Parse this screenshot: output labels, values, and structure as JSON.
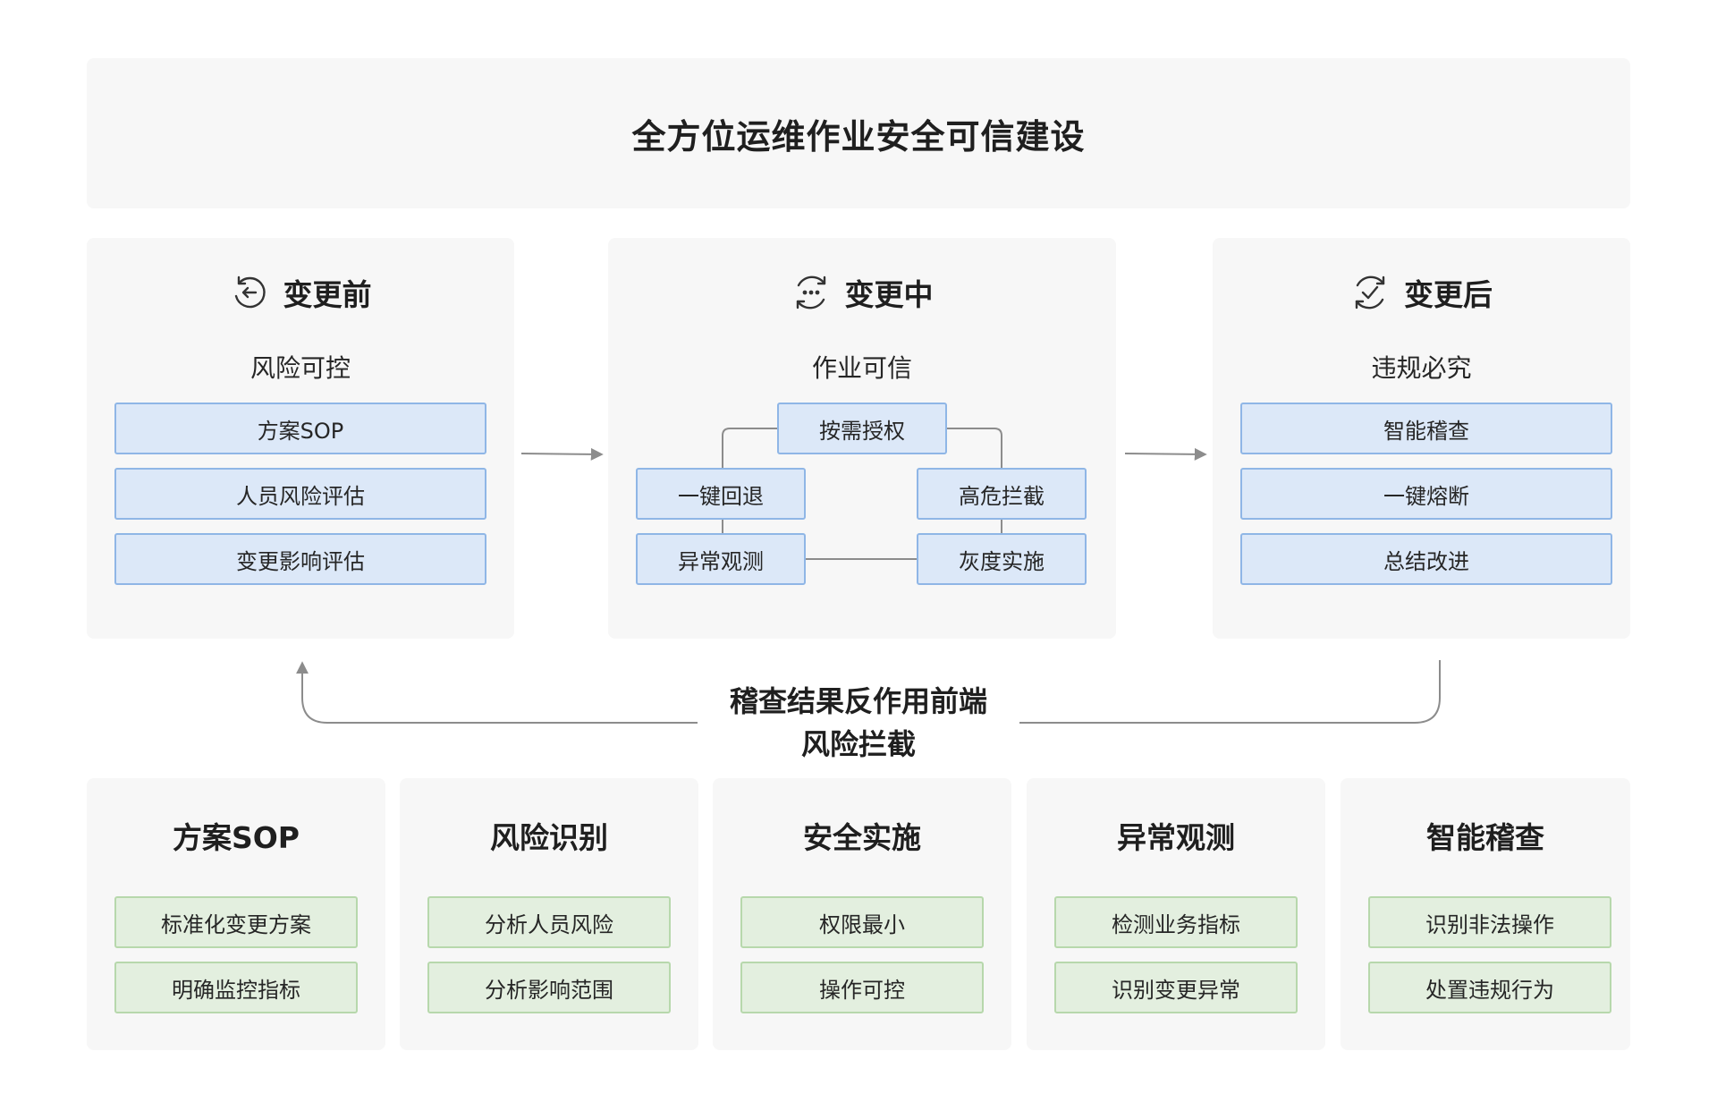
{
  "title": "全方位运维作业安全可信建设",
  "stages": [
    {
      "icon": "rotate-left-arrow-icon",
      "title": "变更前",
      "subtitle": "风险可控",
      "items": [
        "方案SOP",
        "人员风险评估",
        "变更影响评估"
      ]
    },
    {
      "icon": "ellipsis-cycle-icon",
      "title": "变更中",
      "subtitle": "作业可信",
      "items": [
        "按需授权",
        "一键回退",
        "高危拦截",
        "异常观测",
        "灰度实施"
      ]
    },
    {
      "icon": "check-cycle-icon",
      "title": "变更后",
      "subtitle": "违规必究",
      "items": [
        "智能稽查",
        "一键熔断",
        "总结改进"
      ]
    }
  ],
  "feedback": {
    "line1": "稽查结果反作用前端",
    "line2": "风险拦截"
  },
  "capabilities": [
    {
      "title": "方案SOP",
      "items": [
        "标准化变更方案",
        "明确监控指标"
      ]
    },
    {
      "title": "风险识别",
      "items": [
        "分析人员风险",
        "分析影响范围"
      ]
    },
    {
      "title": "安全实施",
      "items": [
        "权限最小",
        "操作可控"
      ]
    },
    {
      "title": "异常观测",
      "items": [
        "检测业务指标",
        "识别变更异常"
      ]
    },
    {
      "title": "智能稽查",
      "items": [
        "识别非法操作",
        "处置违规行为"
      ]
    }
  ],
  "colors": {
    "panel": "#f7f7f7",
    "blue_fill": "#dce8f8",
    "blue_border": "#8fb6e6",
    "green_fill": "#e3efdf",
    "green_border": "#b7d8ac",
    "connector": "#8c8c8c"
  }
}
